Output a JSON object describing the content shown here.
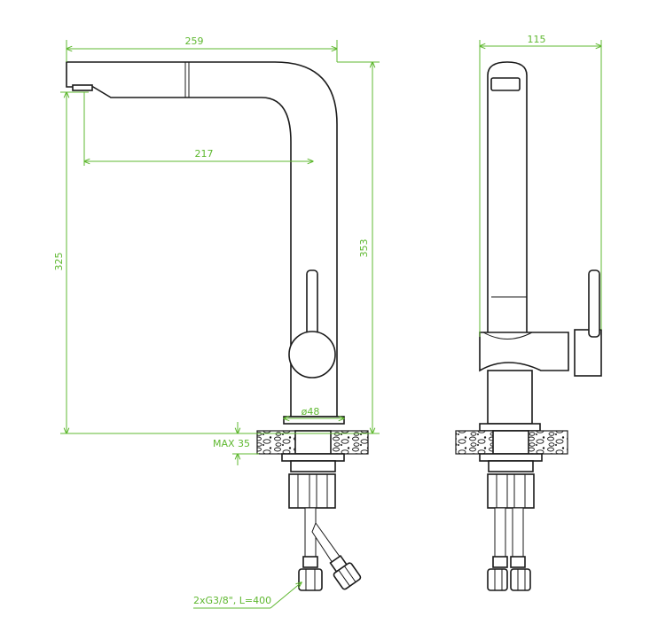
{
  "dimensions": {
    "total_width": "259",
    "reach": "217",
    "spout_height": "325",
    "total_height": "353",
    "side_width": "115",
    "base_diameter": "ø48",
    "max_counter": "MAX 35",
    "hoses": "2xG3/8\", L=400"
  },
  "colors": {
    "dimension": "#5fb830",
    "outline": "#1a1a1a",
    "background": "#ffffff"
  }
}
